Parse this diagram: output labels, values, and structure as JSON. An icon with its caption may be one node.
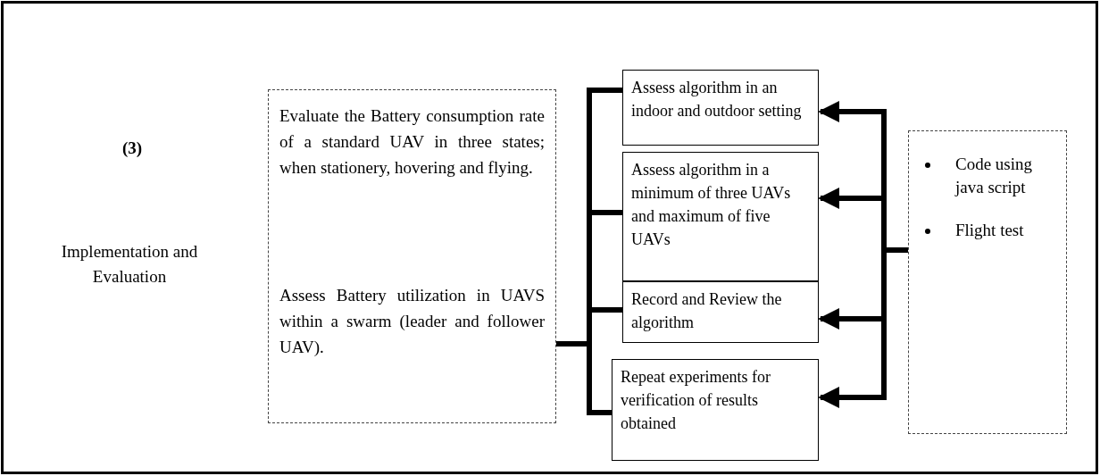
{
  "diagram": {
    "nodes": [
      {
        "text": [
          "Evaluate the Battery consumption rate of a standard UAV in three states; when stationery, hovering and flying.",
          "Assess Battery utilization in UAVS within a swarm (leader and follower UAV)."
        ]
      },
      {
        "text": [
          "Assess algorithm in an indoor and outdoor setting"
        ]
      },
      {
        "text": [
          "Assess algorithm in a minimum of three UAVs and maximum of five UAVs"
        ]
      },
      {
        "text": [
          "Record and Review the algorithm"
        ]
      },
      {
        "text": [
          "Repeat experiments for verification of results obtained"
        ]
      },
      {
        "text": [
          "Code using java script",
          "Flight test"
        ]
      }
    ],
    "edges": [
      {
        "from": 0,
        "to": 1,
        "arrow": "none"
      },
      {
        "from": 0,
        "to": 2,
        "arrow": "none"
      },
      {
        "from": 0,
        "to": 3,
        "arrow": "none"
      },
      {
        "from": 0,
        "to": 4,
        "arrow": "none"
      },
      {
        "from": 5,
        "to": 1,
        "arrow": "to"
      },
      {
        "from": 5,
        "to": 2,
        "arrow": "to"
      },
      {
        "from": 5,
        "to": 3,
        "arrow": "to"
      },
      {
        "from": 5,
        "to": 4,
        "arrow": "to"
      }
    ],
    "labels": [
      "(3)",
      "Implementation and Evaluation"
    ]
  }
}
